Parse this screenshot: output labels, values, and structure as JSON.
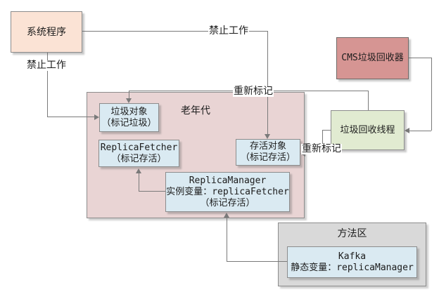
{
  "diagram": {
    "title": "CMS garbage collection marking diagram",
    "nodes": {
      "system_program": {
        "label": "系统程序"
      },
      "cms_collector": {
        "label": "CMS垃圾回收器"
      },
      "old_generation": {
        "label": "老年代"
      },
      "garbage_object": {
        "lines": [
          "垃圾对象",
          "（标记垃圾）"
        ]
      },
      "replica_fetcher": {
        "lines": [
          "ReplicaFetcher",
          "（标记存活）"
        ]
      },
      "alive_object": {
        "lines": [
          "存活对象",
          "（标记存活）"
        ]
      },
      "replica_manager": {
        "lines": [
          "ReplicaManager",
          "实例变量：replicaFetcher",
          "（标记存活）"
        ]
      },
      "gc_thread": {
        "label": "垃圾回收线程"
      },
      "method_area": {
        "label": "方法区"
      },
      "kafka": {
        "lines": [
          "Kafka",
          "静态变量：replicaManager"
        ]
      }
    },
    "edge_labels": {
      "forbid_work_top": "禁止工作",
      "forbid_work_left": "禁止工作",
      "remark_top": "重新标记",
      "remark_right": "重新标记"
    },
    "colors": {
      "peach": "#fbe3d5",
      "dusty_red": "#d69593",
      "rose": "#e9d4d4",
      "light_blue": "#daeaf2",
      "light_green": "#e1ebd1",
      "light_gray": "#d9d9d9",
      "line_gray": "#7a7a7a",
      "border_gray": "#8c8c8c",
      "ink": "#1c1c1c"
    }
  }
}
